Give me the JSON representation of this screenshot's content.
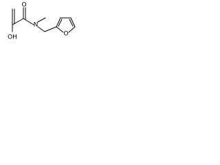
{
  "molecule": {
    "atom_labels": {
      "carbonyl_oxygen": "O",
      "hydroxyl": "OH",
      "nitrogen": "N",
      "furan_oxygen": "O"
    }
  }
}
